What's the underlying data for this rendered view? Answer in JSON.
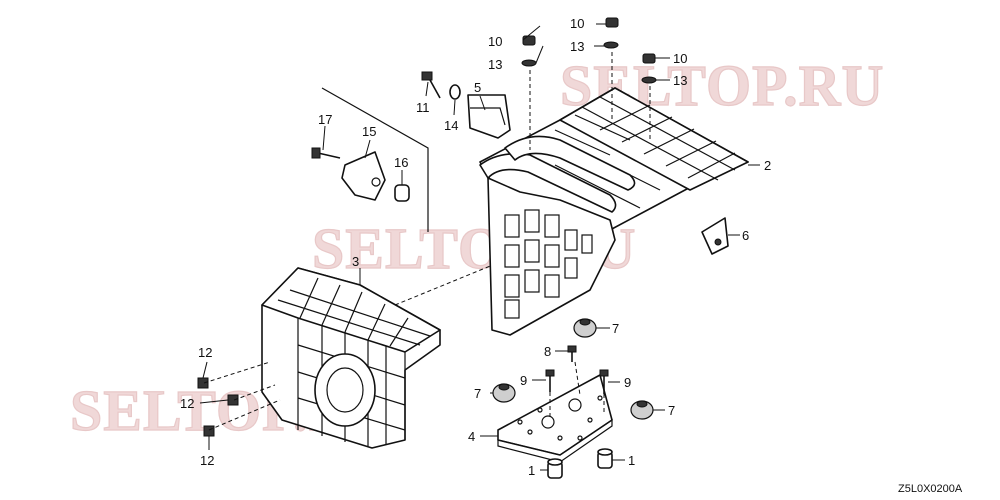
{
  "diagram": {
    "watermark": "SELTOP.RU",
    "drawing_code": "Z5L0X0200A",
    "callouts": {
      "c1a": "1",
      "c1b": "1",
      "c2": "2",
      "c3": "3",
      "c4": "4",
      "c5": "5",
      "c6": "6",
      "c7a": "7",
      "c7b": "7",
      "c7c": "7",
      "c8": "8",
      "c9a": "9",
      "c9b": "9",
      "c10a": "10",
      "c10b": "10",
      "c10c": "10",
      "c11": "11",
      "c12a": "12",
      "c12b": "12",
      "c12c": "12",
      "c13a": "13",
      "c13b": "13",
      "c13c": "13",
      "c14": "14",
      "c15": "15",
      "c16": "16",
      "c17": "17"
    }
  }
}
